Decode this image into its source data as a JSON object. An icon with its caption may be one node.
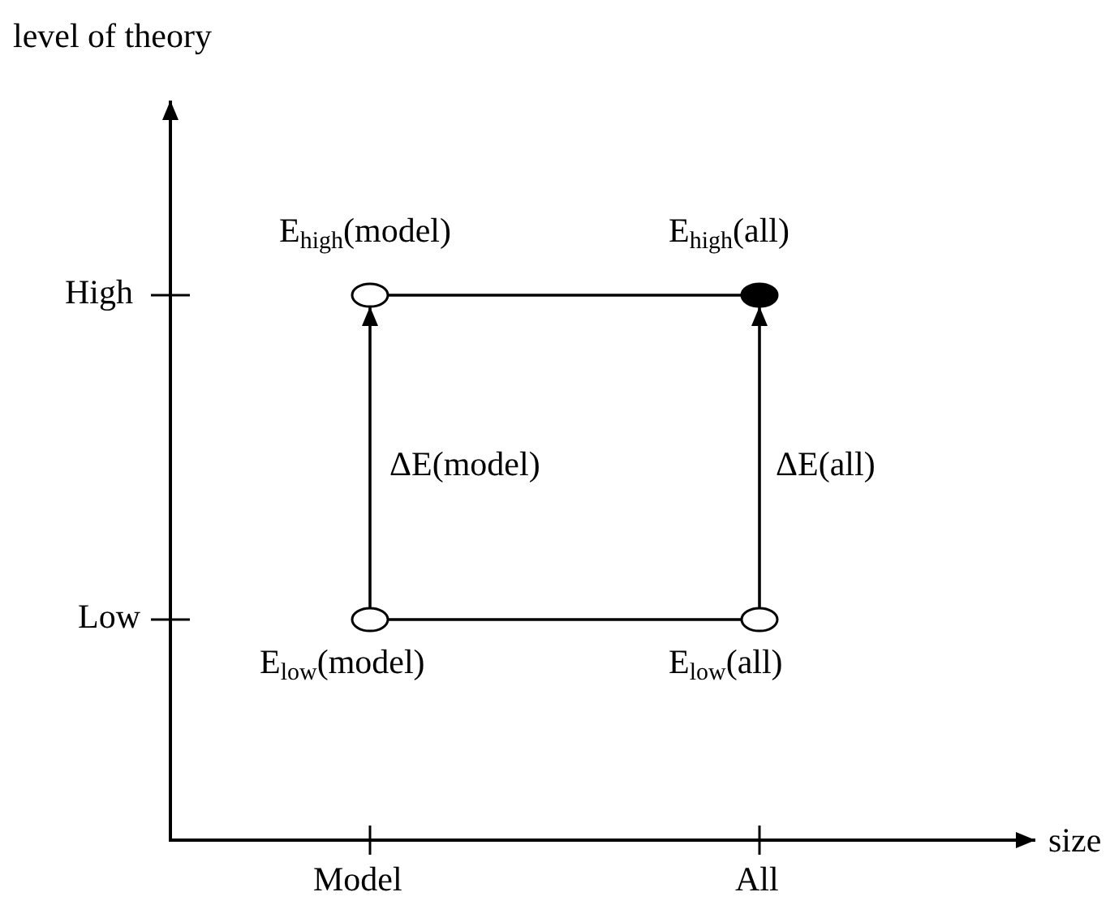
{
  "diagram": {
    "nodes": [
      {
        "text": [],
        "shape": "circle",
        "beside": [
          "E$_{high}$(model)"
        ]
      },
      {
        "text": [],
        "shape": "circle",
        "beside": [
          "E$_{high}$(all)"
        ]
      },
      {
        "text": [],
        "shape": "circle",
        "beside": [
          "E$_{low}$(model)"
        ]
      },
      {
        "text": [],
        "shape": "circle",
        "beside": [
          "E$_{low}$(all)"
        ]
      }
    ],
    "edges": [
      {
        "from": 0,
        "to": 1,
        "arrow": "none"
      },
      {
        "from": 2,
        "to": 0,
        "arrow": "to",
        "label": "ΔE(model)"
      },
      {
        "from": 3,
        "to": 1,
        "arrow": "to",
        "label": "ΔE(all)"
      },
      {
        "from": 2,
        "to": 3,
        "arrow": "none"
      }
    ],
    "labels": [
      "level of theory",
      "High",
      "Low",
      "size",
      "Model",
      "All"
    ]
  }
}
